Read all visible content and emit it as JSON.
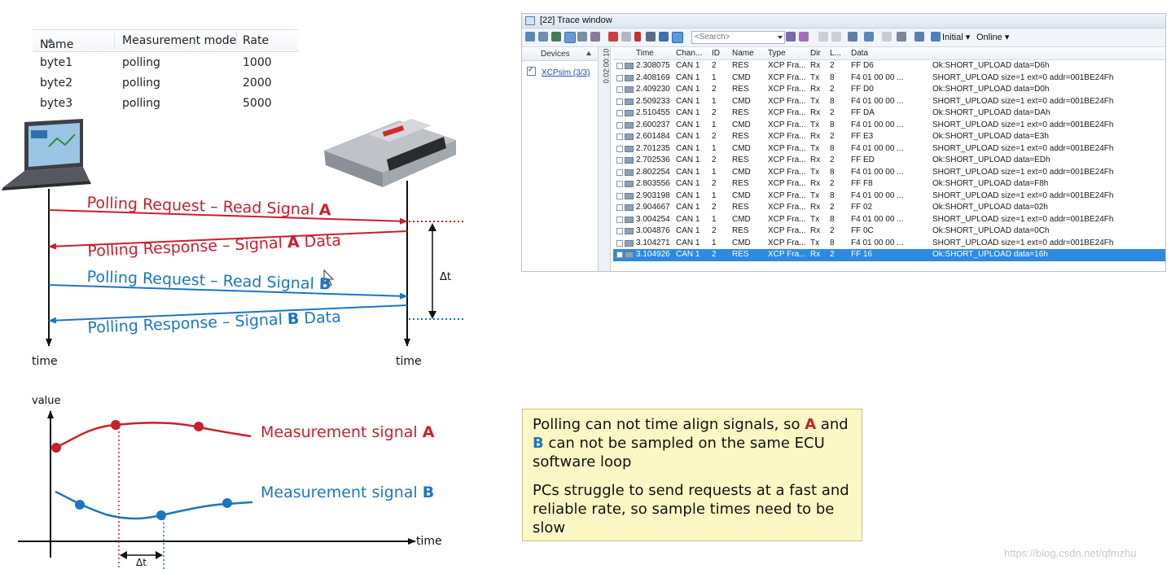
{
  "measurement_table": {
    "headers": [
      "Name",
      "Measurement mode",
      "Rate"
    ],
    "rows": [
      {
        "name": "byte1",
        "mode": "polling",
        "rate": "1000"
      },
      {
        "name": "byte2",
        "mode": "polling",
        "rate": "2000"
      },
      {
        "name": "byte3",
        "mode": "polling",
        "rate": "5000"
      }
    ]
  },
  "sequence": {
    "req_a": "Polling Request – Read Signal ",
    "req_a_letter": "A",
    "resp_a": "Polling Response – Signal ",
    "resp_a_letter": "A",
    "resp_a_tail": " Data",
    "req_b": "Polling Request – Read Signal ",
    "req_b_letter": "B",
    "resp_b": "Polling Response – Signal ",
    "resp_b_letter": "B",
    "resp_b_tail": " Data",
    "time_left": "time",
    "time_right": "time",
    "delta": "Δt",
    "colors": {
      "red": "#c8202d",
      "blue": "#1b76c2"
    }
  },
  "signal_plot": {
    "y_label": "value",
    "x_label": "time",
    "signal_a": "Measurement signal ",
    "signal_a_letter": "A",
    "signal_b": "Measurement signal ",
    "signal_b_letter": "B",
    "delta": "Δt"
  },
  "trace_window": {
    "title": "[22] Trace window",
    "search_placeholder": "<Search>",
    "initial_label": "Initial",
    "online_label": "Online",
    "devices_header": "Devices",
    "device_item": "XCPsim (3/3)",
    "time_marker": "0:02:00:10",
    "columns": [
      "Time",
      "Chan...",
      "ID",
      "Name",
      "Type",
      "Dir",
      "L...",
      "Data",
      ""
    ],
    "rows": [
      {
        "time": "2.308075",
        "chan": "CAN 1",
        "id": "2",
        "name": "RES",
        "type": "XCP Fra...",
        "dir": "Rx",
        "len": "2",
        "data": "FF  D6",
        "info": "Ok:SHORT_UPLOAD data=D6h"
      },
      {
        "time": "2.408169",
        "chan": "CAN 1",
        "id": "1",
        "name": "CMD",
        "type": "XCP Fra...",
        "dir": "Tx",
        "len": "8",
        "data": "F4  01  00  00  ...",
        "info": "SHORT_UPLOAD size=1 ext=0 addr=001BE24Fh"
      },
      {
        "time": "2.409230",
        "chan": "CAN 1",
        "id": "2",
        "name": "RES",
        "type": "XCP Fra...",
        "dir": "Rx",
        "len": "2",
        "data": "FF  D0",
        "info": "Ok:SHORT_UPLOAD data=D0h"
      },
      {
        "time": "2.509233",
        "chan": "CAN 1",
        "id": "1",
        "name": "CMD",
        "type": "XCP Fra...",
        "dir": "Tx",
        "len": "8",
        "data": "F4  01  00  00  ...",
        "info": "SHORT_UPLOAD size=1 ext=0 addr=001BE24Fh"
      },
      {
        "time": "2.510455",
        "chan": "CAN 1",
        "id": "2",
        "name": "RES",
        "type": "XCP Fra...",
        "dir": "Rx",
        "len": "2",
        "data": "FF  DA",
        "info": "Ok:SHORT_UPLOAD data=DAh"
      },
      {
        "time": "2.600237",
        "chan": "CAN 1",
        "id": "1",
        "name": "CMD",
        "type": "XCP Fra...",
        "dir": "Tx",
        "len": "8",
        "data": "F4  01  00  00  ...",
        "info": "SHORT_UPLOAD size=1 ext=0 addr=001BE24Fh"
      },
      {
        "time": "2.601484",
        "chan": "CAN 1",
        "id": "2",
        "name": "RES",
        "type": "XCP Fra...",
        "dir": "Rx",
        "len": "2",
        "data": "FF  E3",
        "info": "Ok:SHORT_UPLOAD data=E3h"
      },
      {
        "time": "2.701235",
        "chan": "CAN 1",
        "id": "1",
        "name": "CMD",
        "type": "XCP Fra...",
        "dir": "Tx",
        "len": "8",
        "data": "F4  01  00  00  ...",
        "info": "SHORT_UPLOAD size=1 ext=0 addr=001BE24Fh"
      },
      {
        "time": "2.702536",
        "chan": "CAN 1",
        "id": "2",
        "name": "RES",
        "type": "XCP Fra...",
        "dir": "Rx",
        "len": "2",
        "data": "FF  ED",
        "info": "Ok:SHORT_UPLOAD data=EDh"
      },
      {
        "time": "2.802254",
        "chan": "CAN 1",
        "id": "1",
        "name": "CMD",
        "type": "XCP Fra...",
        "dir": "Tx",
        "len": "8",
        "data": "F4  01  00  00  ...",
        "info": "SHORT_UPLOAD size=1 ext=0 addr=001BE24Fh"
      },
      {
        "time": "2.803556",
        "chan": "CAN 1",
        "id": "2",
        "name": "RES",
        "type": "XCP Fra...",
        "dir": "Rx",
        "len": "2",
        "data": "FF  F8",
        "info": "Ok:SHORT_UPLOAD data=F8h"
      },
      {
        "time": "2.903198",
        "chan": "CAN 1",
        "id": "1",
        "name": "CMD",
        "type": "XCP Fra...",
        "dir": "Tx",
        "len": "8",
        "data": "F4  01  00  00  ...",
        "info": "SHORT_UPLOAD size=1 ext=0 addr=001BE24Fh"
      },
      {
        "time": "2.904667",
        "chan": "CAN 1",
        "id": "2",
        "name": "RES",
        "type": "XCP Fra...",
        "dir": "Rx",
        "len": "2",
        "data": "FF  02",
        "info": "Ok:SHORT_UPLOAD data=02h"
      },
      {
        "time": "3.004254",
        "chan": "CAN 1",
        "id": "1",
        "name": "CMD",
        "type": "XCP Fra...",
        "dir": "Tx",
        "len": "8",
        "data": "F4  01  00  00  ...",
        "info": "SHORT_UPLOAD size=1 ext=0 addr=001BE24Fh"
      },
      {
        "time": "3.004876",
        "chan": "CAN 1",
        "id": "2",
        "name": "RES",
        "type": "XCP Fra...",
        "dir": "Rx",
        "len": "2",
        "data": "FF  0C",
        "info": "Ok:SHORT_UPLOAD data=0Ch"
      },
      {
        "time": "3.104271",
        "chan": "CAN 1",
        "id": "1",
        "name": "CMD",
        "type": "XCP Fra...",
        "dir": "Tx",
        "len": "8",
        "data": "F4  01  00  00  ...",
        "info": "SHORT_UPLOAD size=1 ext=0 addr=001BE24Fh"
      },
      {
        "time": "3.104926",
        "chan": "CAN 1",
        "id": "2",
        "name": "RES",
        "type": "XCP Fra...",
        "dir": "Rx",
        "len": "2",
        "data": "FF  16",
        "info": "Ok:SHORT_UPLOAD data=16h",
        "selected": true
      }
    ]
  },
  "note": {
    "p1_a": "Polling can not time align signals, so ",
    "p1_letter_a": "A",
    "p1_b": " and ",
    "p1_letter_b": "B",
    "p1_c": " can not be sampled on the same ECU software loop",
    "p2": "PCs struggle to send requests at a fast and reliable rate, so sample times need to be slow"
  },
  "watermark": "https://blog.csdn.net/qfmzhu"
}
